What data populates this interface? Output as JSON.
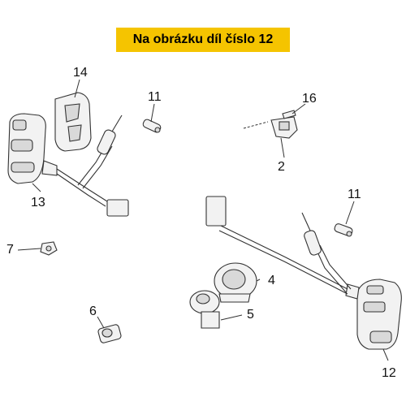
{
  "banner": {
    "text": "Na obrázku díl číslo 12"
  },
  "callouts": {
    "c2": "2",
    "c4": "4",
    "c5": "5",
    "c6": "6",
    "c7": "7",
    "c11a": "11",
    "c11b": "11",
    "c12": "12",
    "c13": "13",
    "c14": "14",
    "c16": "16"
  },
  "colors": {
    "banner_bg": "#f5c400",
    "line": "#333333"
  }
}
